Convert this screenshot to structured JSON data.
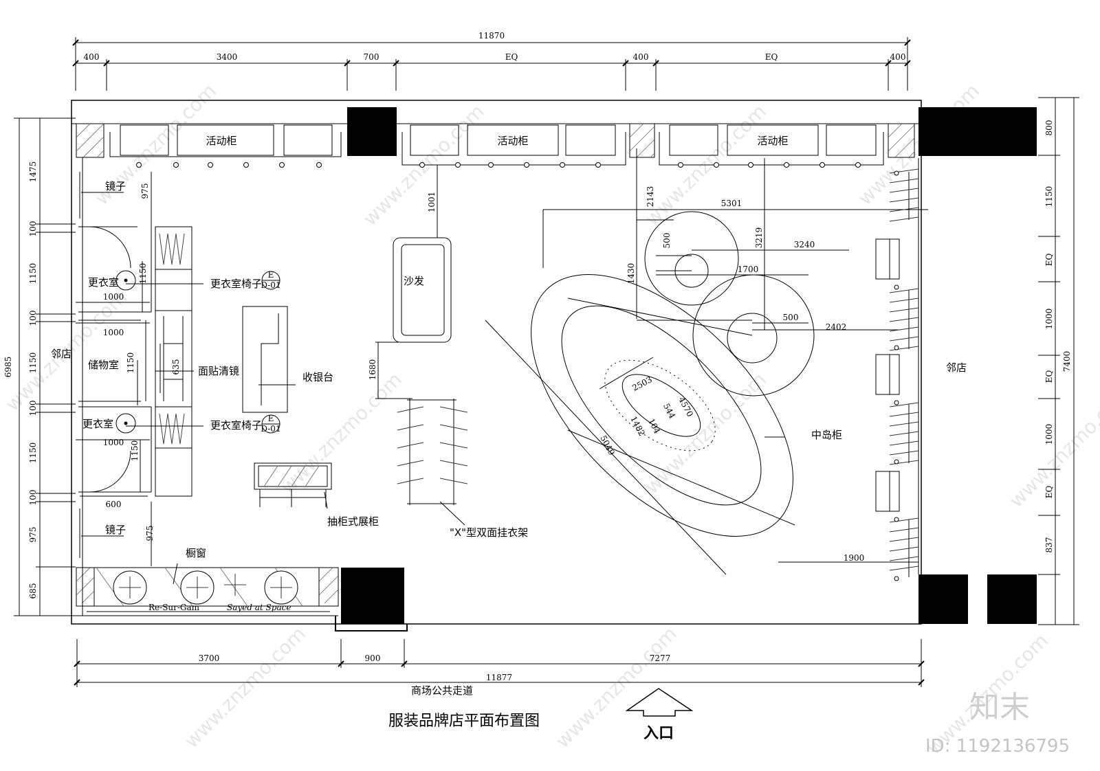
{
  "drawing_title": "服装品牌店平面布置图",
  "entrance_label": "入口",
  "corridor_label": "商场公共走道",
  "neighbor_left": "邻店",
  "neighbor_right": "邻店",
  "cabinet_label": "活动柜",
  "sofa": "沙发",
  "cashier": "收银台",
  "island": "中岛柜",
  "drawer_cabinet": "抽柜式展柜",
  "x_rack": "\"X\"型双面挂衣架",
  "mirror": "镜子",
  "fitting_room": "更衣室",
  "fitting_chair": "更衣室椅子",
  "storage": "储物室",
  "wall_mirror": "面贴清镜",
  "window": "橱窗",
  "ref_top": "E",
  "ref_bottom": "D-01",
  "brand_a": "Re-Sur-Gam",
  "brand_b": "Sayed at Space",
  "dims": {
    "total_top": "11870",
    "top": [
      "400",
      "3400",
      "700",
      "EQ",
      "400",
      "EQ",
      "400"
    ],
    "total_bottom": "11877",
    "bottom": [
      "3700",
      "900",
      "7277"
    ],
    "left_total": "6985",
    "left": [
      "1475",
      "100",
      "1150",
      "100",
      "1150",
      "100",
      "1150",
      "100",
      "975",
      "685"
    ],
    "right_total": "7400",
    "right": [
      "800",
      "1150",
      "EQ",
      "1000",
      "EQ",
      "1000",
      "EQ",
      "837"
    ],
    "inner": [
      "975",
      "975",
      "1150",
      "1150",
      "1150",
      "1000",
      "1000",
      "1000",
      "600",
      "635",
      "1001",
      "1680",
      "2143",
      "5301",
      "500",
      "3219",
      "1430",
      "1700",
      "3240",
      "500",
      "2402",
      "2503",
      "4570",
      "544",
      "1482",
      "104",
      "5049",
      "1900"
    ]
  },
  "watermark": {
    "site": "www.znzmo.com",
    "brand": "知末",
    "id": "ID: 1192136795"
  }
}
